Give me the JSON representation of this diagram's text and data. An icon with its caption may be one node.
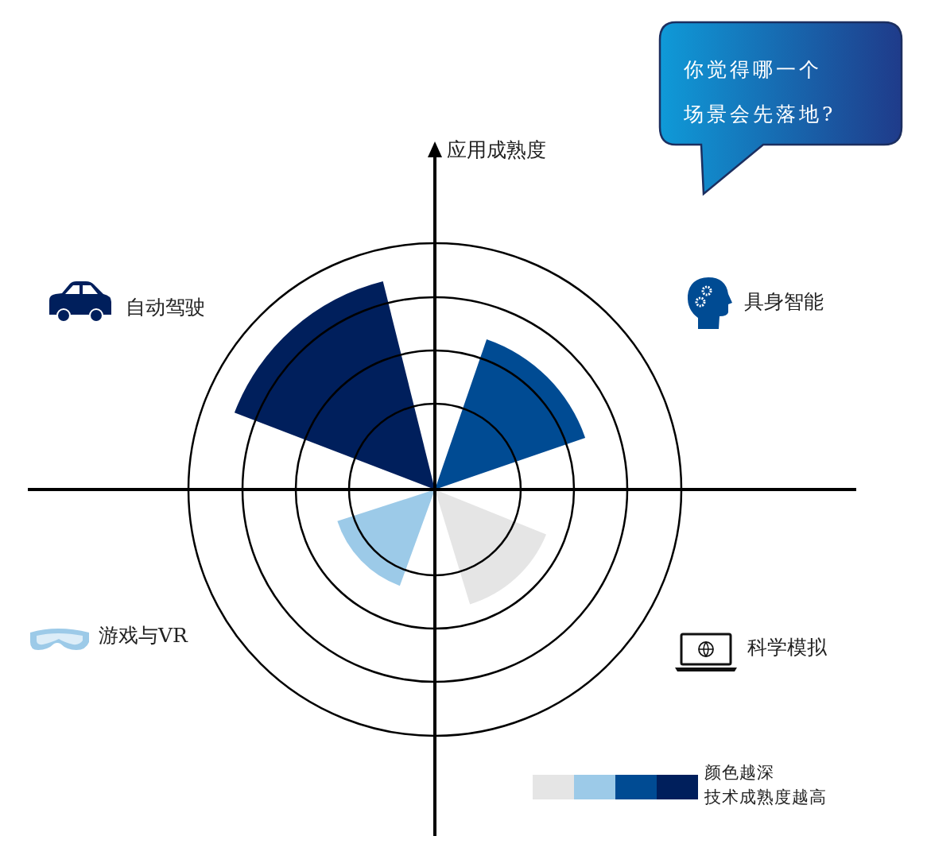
{
  "diagram": {
    "nodes": [
      {
        "text": [
          "你觉得哪一个场景会先落地?"
        ]
      }
    ],
    "labels": [
      "应用成熟度",
      "自动驾驶",
      "具身智能",
      "游戏与VR",
      "科学模拟"
    ],
    "legend": [
      {
        "text": "颜色越深"
      },
      {
        "text": "技术成熟度越高"
      }
    ]
  }
}
